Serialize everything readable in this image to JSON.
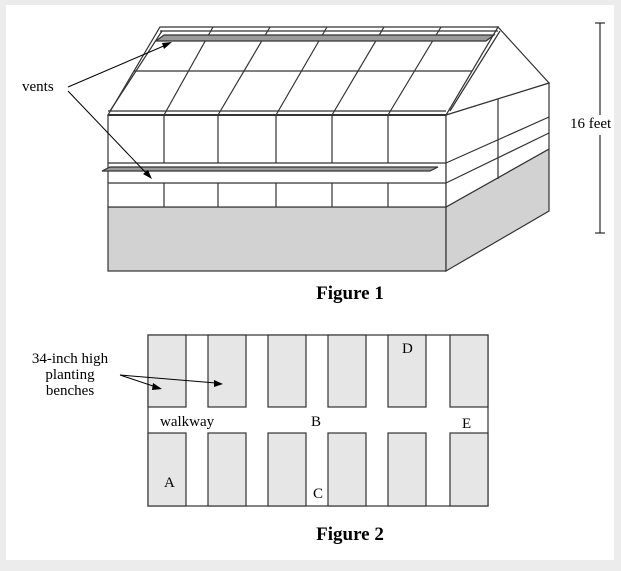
{
  "figure1": {
    "caption": "Figure 1",
    "vents_label": "vents",
    "height_label": "16 feet"
  },
  "figure2": {
    "caption": "Figure 2",
    "benches_label": [
      "34-inch high",
      "planting",
      "benches"
    ],
    "walkway_label": "walkway",
    "points": {
      "A": "A",
      "B": "B",
      "C": "C",
      "D": "D",
      "E": "E"
    }
  },
  "colors": {
    "foundation": "#d2d2d2",
    "bench": "#e6e6e6",
    "line": "#333333",
    "vent": "#9a9a9a"
  }
}
